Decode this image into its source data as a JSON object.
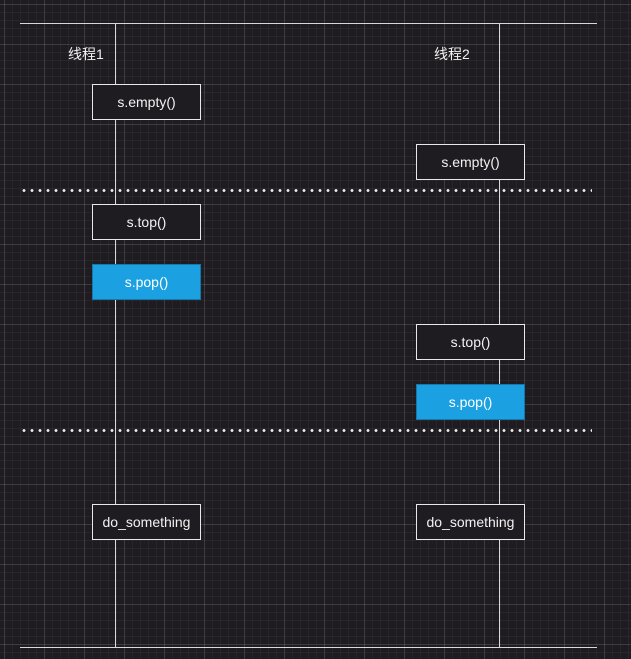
{
  "threads": [
    {
      "label": "线程1",
      "ops": [
        {
          "text": "s.empty()",
          "highlight": false
        },
        {
          "text": "s.top()",
          "highlight": false
        },
        {
          "text": "s.pop()",
          "highlight": true
        },
        {
          "text": "do_something",
          "highlight": false
        }
      ]
    },
    {
      "label": "线程2",
      "ops": [
        {
          "text": "s.empty()",
          "highlight": false
        },
        {
          "text": "s.top()",
          "highlight": false
        },
        {
          "text": "s.pop()",
          "highlight": true
        },
        {
          "text": "do_something",
          "highlight": false
        }
      ]
    }
  ],
  "colors": {
    "background": "#1e1c21",
    "line": "#d8d8d8",
    "highlight": "#1ba1e2"
  }
}
